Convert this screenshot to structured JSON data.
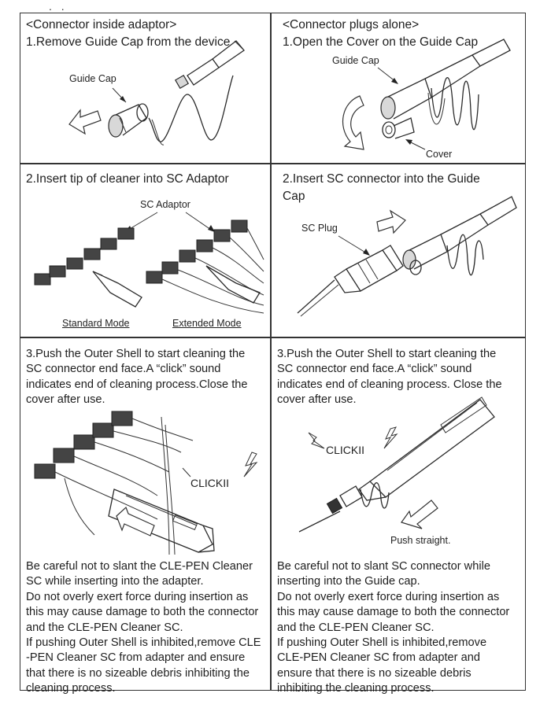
{
  "header": {
    "dots": ". ."
  },
  "panel1": {
    "heading": "<Connector inside adaptor>",
    "step": "1.Remove Guide Cap from the device",
    "label": "Guide Cap"
  },
  "panel2": {
    "heading": "<Connector plugs alone>",
    "step": "1.Open the Cover on the Guide Cap",
    "label_cap": "Guide Cap",
    "label_cover": "Cover"
  },
  "panel3": {
    "step": "2.Insert tip of cleaner into SC  Adaptor",
    "label": "SC Adaptor",
    "mode_standard": "Standard Mode",
    "mode_extended": "Extended Mode"
  },
  "panel4": {
    "step_line1": "2.Insert SC connector into the Guide",
    "step_line2": "Cap",
    "label": "SC Plug"
  },
  "panel5": {
    "step_lines": [
      "3.Push the Outer Shell to start cleaning the",
      "SC connector end face.A “click” sound",
      "indicates end of cleaning process.Close the",
      "cover after use."
    ],
    "click_label": "CLICKII",
    "note_lines": [
      "Be careful not to slant the CLE-PEN Cleaner",
      "SC while inserting into the adapter.",
      "Do not overly exert force during insertion as",
      "this may cause damage to both the connector",
      "and the CLE-PEN Cleaner SC.",
      "If pushing Outer Shell is inhibited,remove CLE",
      "-PEN Cleaner SC from adapter and ensure",
      "that there is no sizeable debris inhibiting the",
      "cleaning process."
    ]
  },
  "panel6": {
    "step_lines": [
      "3.Push the Outer Shell to start cleaning the",
      "SC connector end face.A “click” sound",
      "indicates end of cleaning process. Close the",
      "cover after use."
    ],
    "click_label": "CLICKII",
    "push_label": "Push straight.",
    "note_lines": [
      "Be careful not to slant SC connector while",
      "inserting into the Guide cap.",
      "Do not overly exert force during insertion as",
      "this may cause damage to both the connector",
      "and the CLE-PEN Cleaner SC.",
      "If pushing Outer Shell is inhibited,remove",
      "CLE-PEN Cleaner SC from adapter and",
      " ensure that there is no sizeable debris",
      "inhibiting the cleaning process."
    ]
  }
}
